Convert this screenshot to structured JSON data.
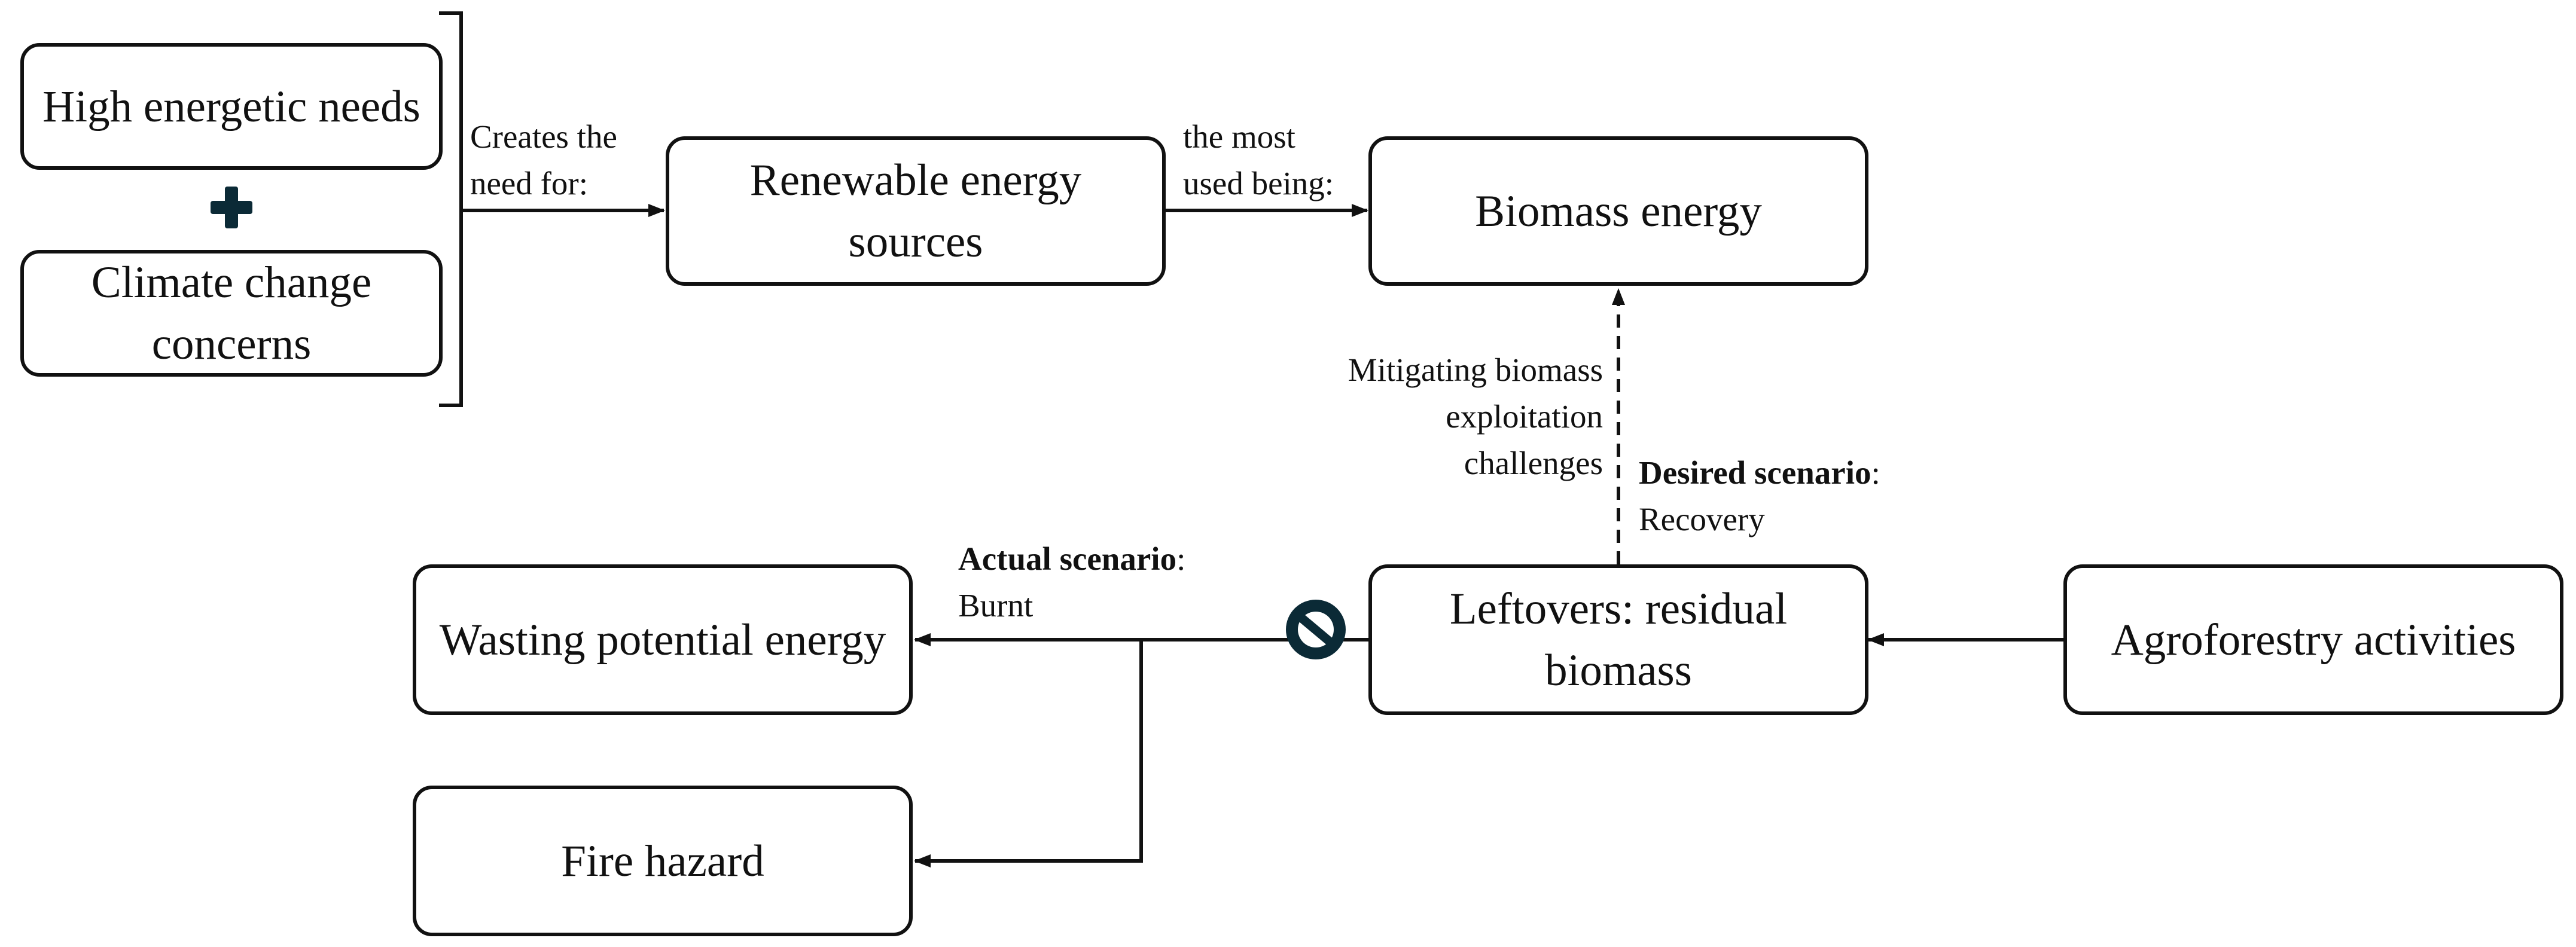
{
  "nodes": {
    "high_energetic_needs": "High energetic needs",
    "climate_change_concerns": "Climate change concerns",
    "renewable_energy_sources": "Renewable energy sources",
    "biomass_energy": "Biomass energy",
    "leftovers": "Leftovers: residual biomass",
    "agroforestry": "Agroforestry activities",
    "wasting_energy": "Wasting potential energy",
    "fire_hazard": "Fire hazard"
  },
  "labels": {
    "creates_need_1": "Creates the",
    "creates_need_2": "need for:",
    "most_used_1": "the most",
    "most_used_2": "used being:",
    "mitigating_1": "Mitigating biomass",
    "mitigating_2": "exploitation",
    "mitigating_3": "challenges",
    "desired_bold": "Desired scenario",
    "desired_colon": ":",
    "desired_value": "Recovery",
    "actual_bold": "Actual scenario",
    "actual_colon": ":",
    "actual_value": "Burnt"
  },
  "icons": {
    "plus": "plus-icon",
    "prohibited": "prohibited-icon",
    "plus_color": "#0b2a36",
    "prohibited_color": "#0b2a36"
  }
}
